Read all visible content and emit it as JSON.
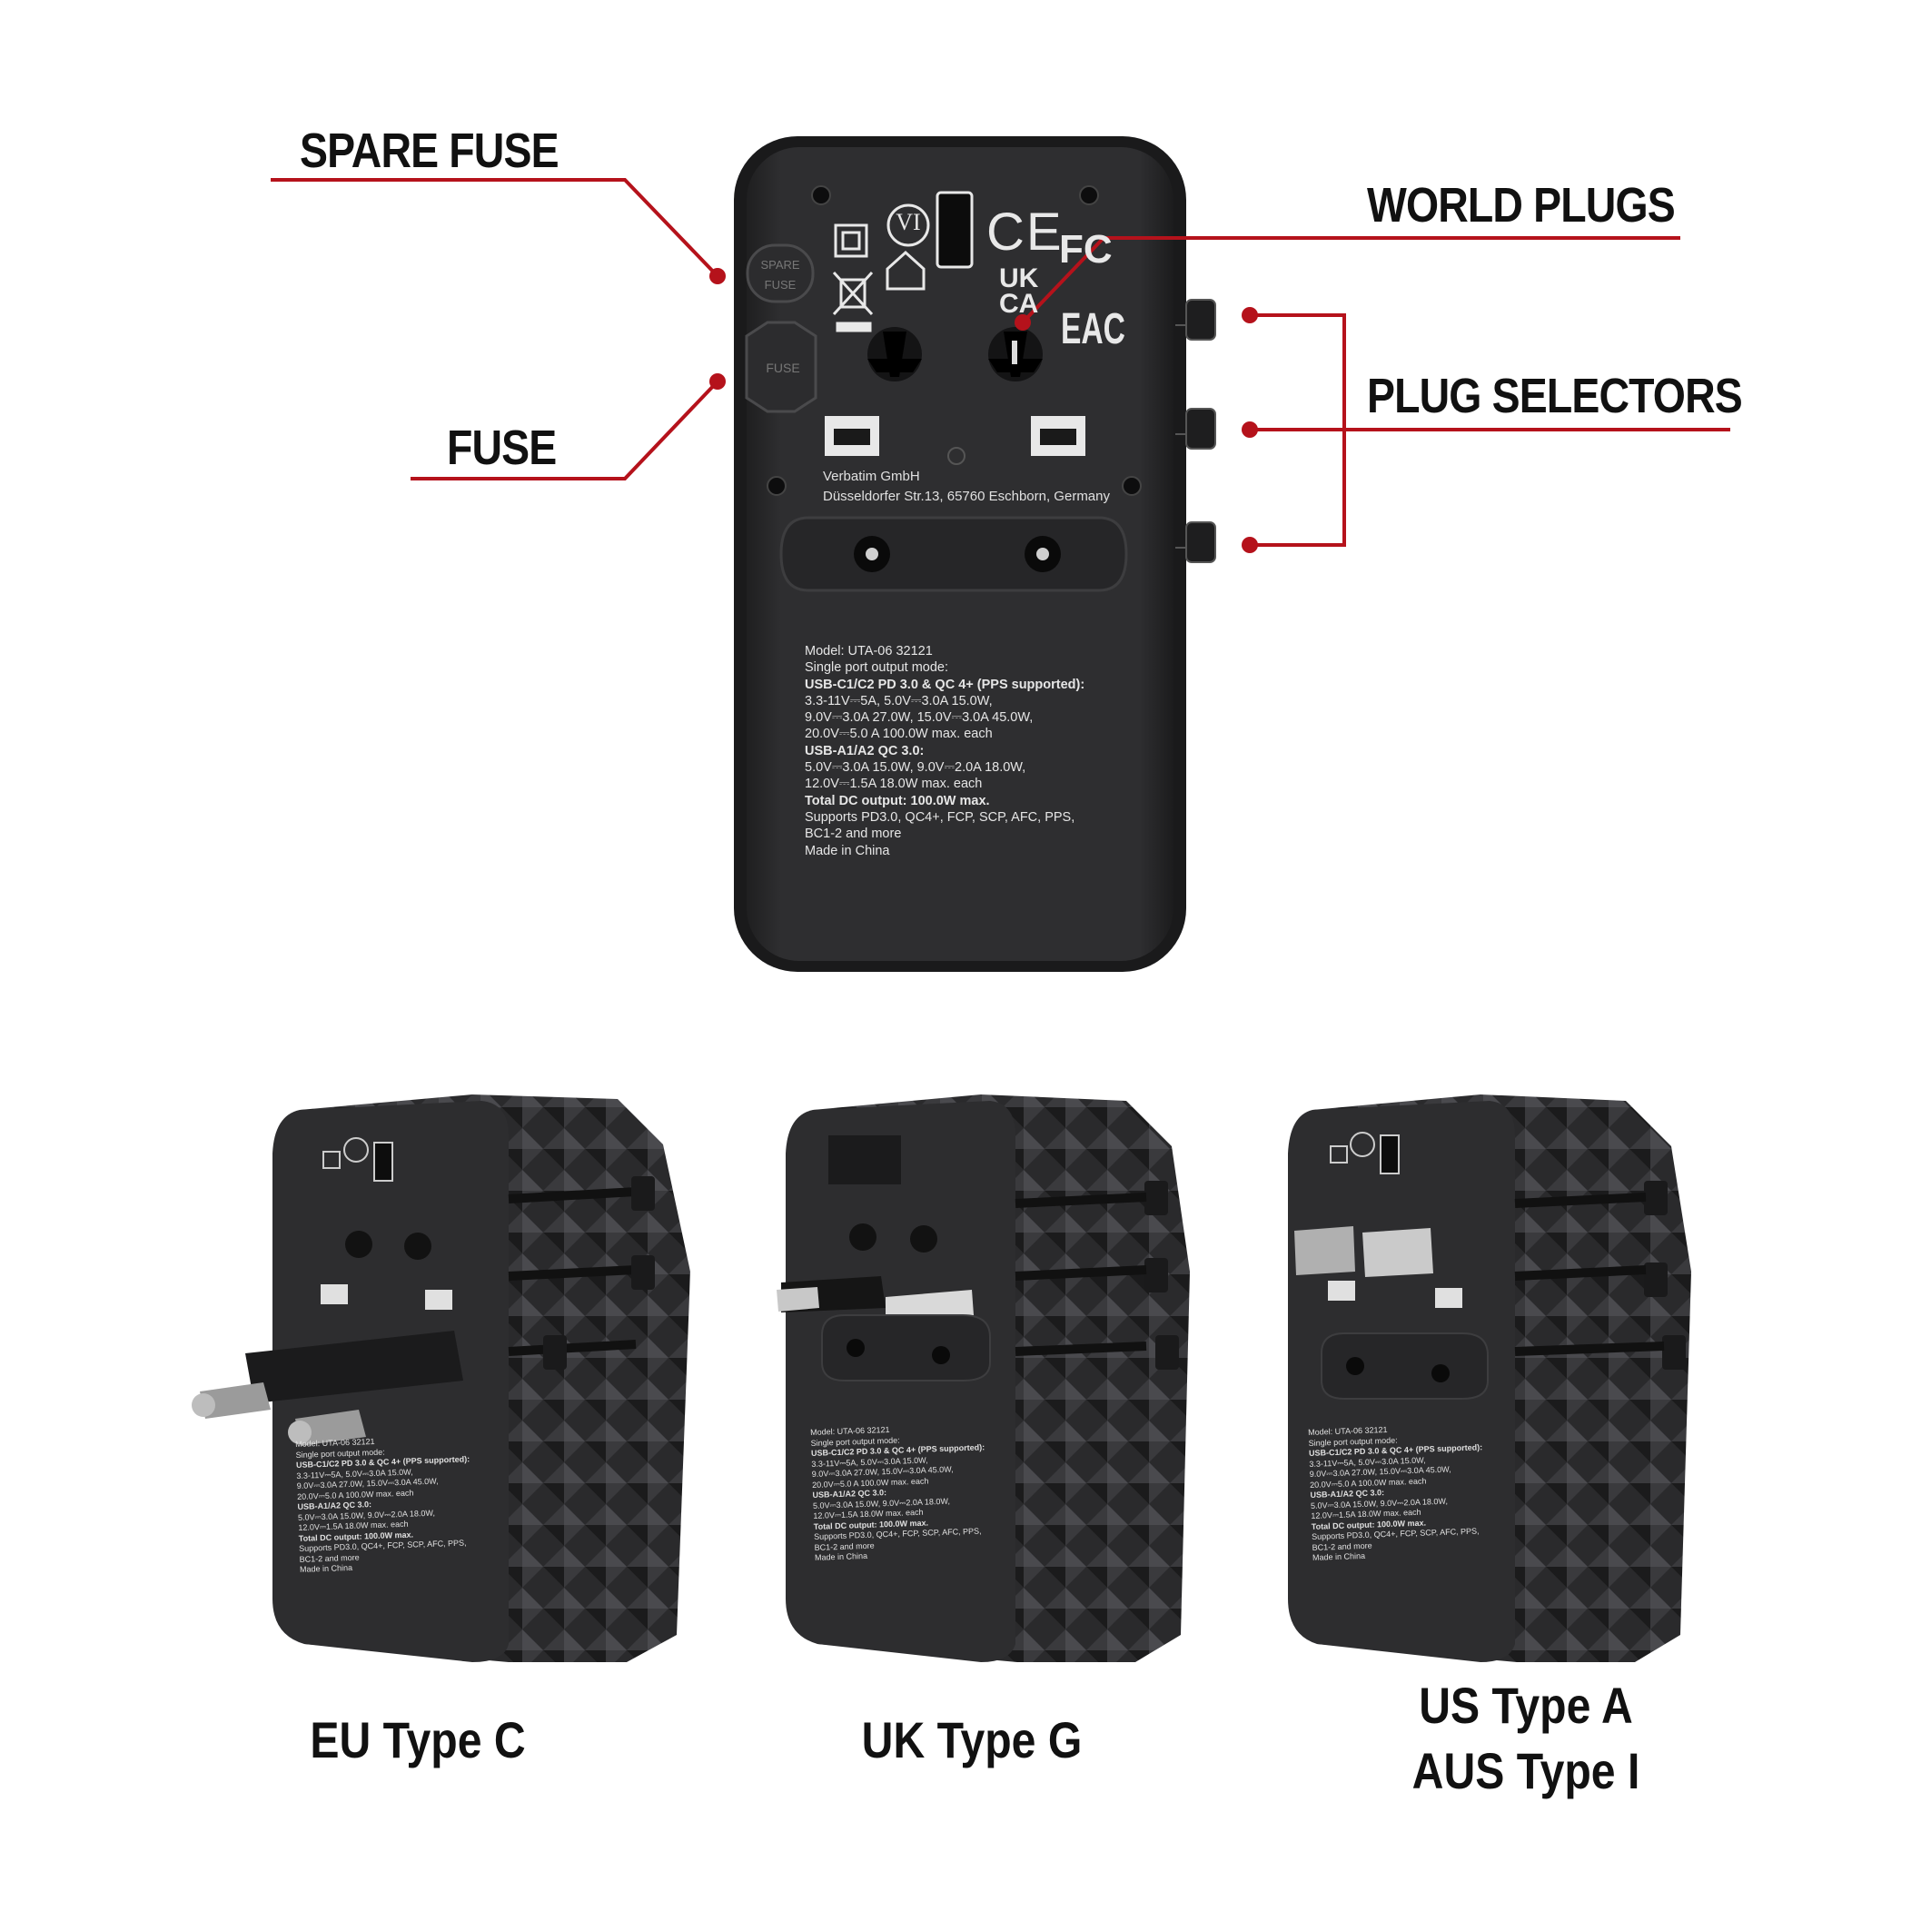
{
  "callouts": {
    "spare_fuse": "SPARE FUSE",
    "fuse": "FUSE",
    "world_plugs": "WORLD PLUGS",
    "plug_selectors": "PLUG SELECTORS"
  },
  "captions": {
    "eu": "EU Type C",
    "uk": "UK Type G",
    "us_line1": "US Type A",
    "us_line2": "AUS Type I"
  },
  "device": {
    "marks": {
      "vi": "VI",
      "ce": "CE",
      "fc": "FC",
      "ukca_top": "UK",
      "ukca_bottom": "CA",
      "eac": "EAC"
    },
    "spare_fuse_cap": "SPARE FUSE",
    "fuse_cap": "FUSE",
    "maker_name": "Verbatim GmbH",
    "maker_address": "Düsseldorfer Str.13, 65760 Eschborn, Germany",
    "spec_lines": [
      {
        "text": "Model: UTA-06 32121",
        "bold": false
      },
      {
        "text": "Single port output mode:",
        "bold": false
      },
      {
        "text": "USB-C1/C2 PD 3.0 & QC 4+ (PPS supported):",
        "bold": true
      },
      {
        "text": "3.3-11V⎓5A, 5.0V⎓3.0A 15.0W,",
        "bold": false
      },
      {
        "text": "9.0V⎓3.0A 27.0W, 15.0V⎓3.0A 45.0W,",
        "bold": false
      },
      {
        "text": "20.0V⎓5.0 A 100.0W max. each",
        "bold": false
      },
      {
        "text": "USB-A1/A2 QC 3.0:",
        "bold": true
      },
      {
        "text": "5.0V⎓3.0A 15.0W, 9.0V⎓2.0A 18.0W,",
        "bold": false
      },
      {
        "text": "12.0V⎓1.5A 18.0W max. each",
        "bold": false
      },
      {
        "text": "Total DC output: 100.0W max.",
        "bold": true
      },
      {
        "text": "Supports PD3.0, QC4+, FCP, SCP, AFC, PPS,",
        "bold": false
      },
      {
        "text": "BC1-2 and more",
        "bold": false
      },
      {
        "text": "Made in China",
        "bold": false
      }
    ]
  },
  "icons": {
    "fuse_housing": "fuse-cap-icon",
    "recycle": "crossed-bin-icon",
    "house": "indoor-use-house-icon",
    "double_insulation": "double-square-icon"
  },
  "colors": {
    "callout_line": "#b5121b",
    "device_body": "#2b2b2d",
    "device_edge": "#1a1a1b",
    "text_on_device": "#e8e8e8"
  }
}
